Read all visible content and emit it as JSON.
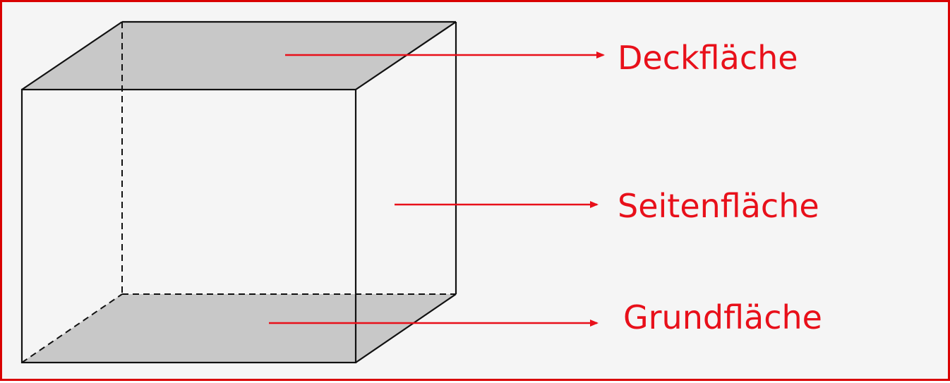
{
  "labels": {
    "top_face": "Deckfläche",
    "side_face": "Seitenfläche",
    "bottom_face": "Grundfläche"
  },
  "colors": {
    "accent": "#e8101a",
    "frame": "#d90000",
    "face_fill": "#c8c8c8",
    "edge": "#111111",
    "background": "#f5f5f5"
  }
}
